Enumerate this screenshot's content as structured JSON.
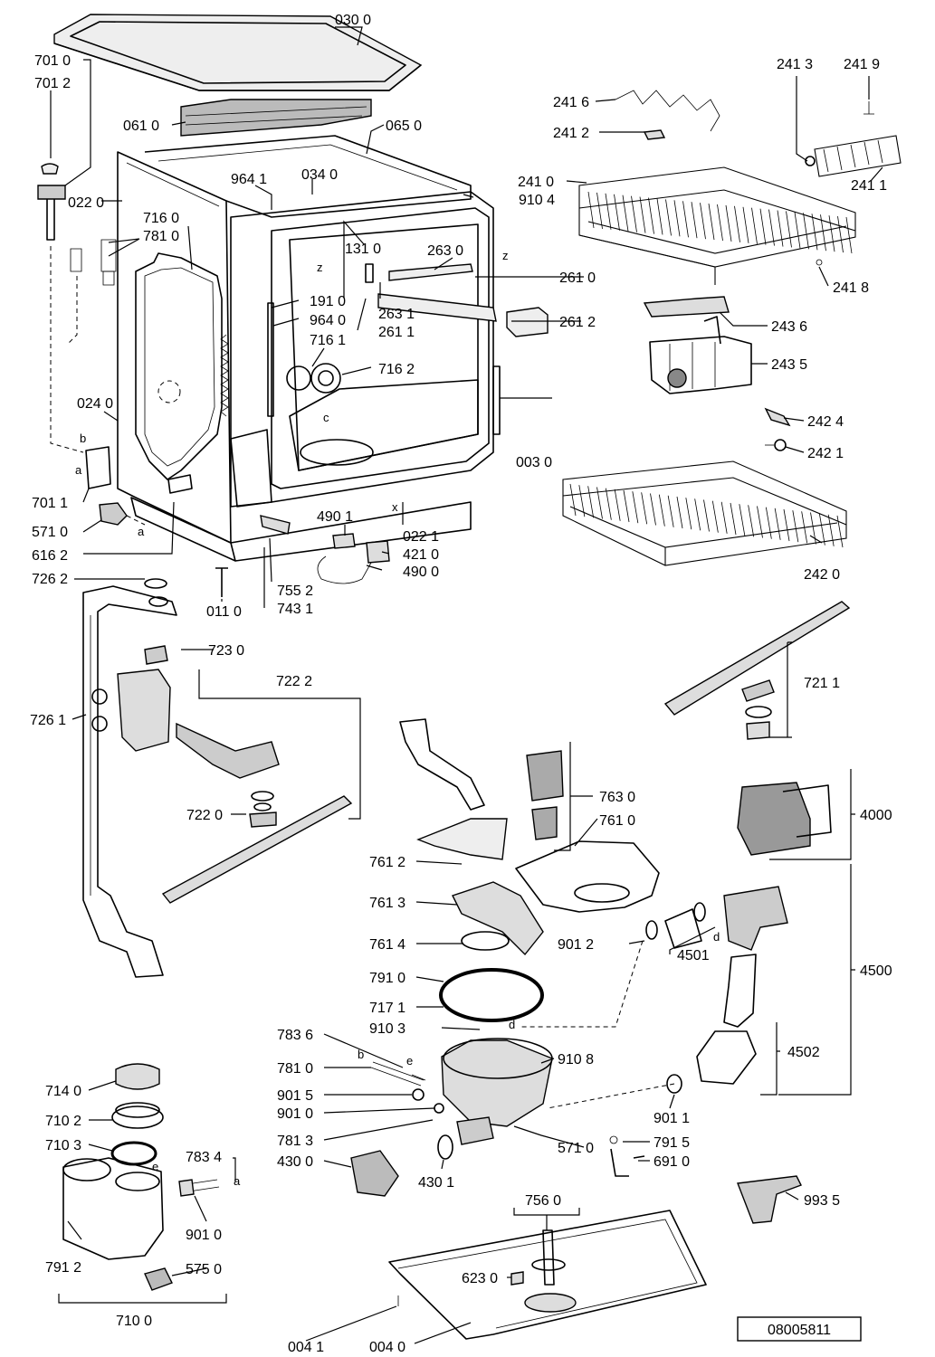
{
  "diagram_code": "08005811",
  "parts": [
    {
      "id": "top_cover",
      "label": "030 0"
    },
    {
      "id": "lid_hinge_a",
      "label": "701 0"
    },
    {
      "id": "lid_hinge_b",
      "label": "701 2"
    },
    {
      "id": "insulation",
      "label": "061 0"
    },
    {
      "id": "insulation_b",
      "label": "065 0"
    },
    {
      "id": "side_panel",
      "label": "022 0"
    },
    {
      "id": "p964_1",
      "label": "964 1"
    },
    {
      "id": "p034_0",
      "label": "034 0"
    },
    {
      "id": "p910_4",
      "label": "910 4"
    },
    {
      "id": "p716_0",
      "label": "716 0"
    },
    {
      "id": "p781_0a",
      "label": "781 0"
    },
    {
      "id": "p131_0",
      "label": "131 0"
    },
    {
      "id": "p263_0",
      "label": "263 0"
    },
    {
      "id": "p261_0",
      "label": "261 0"
    },
    {
      "id": "p191_0",
      "label": "191 0"
    },
    {
      "id": "p263_1",
      "label": "263 1"
    },
    {
      "id": "p964_0",
      "label": "964 0"
    },
    {
      "id": "p261_1",
      "label": "261 1"
    },
    {
      "id": "p261_2",
      "label": "261 2"
    },
    {
      "id": "p716_1",
      "label": "716 1"
    },
    {
      "id": "p716_2",
      "label": "716 2"
    },
    {
      "id": "p024_0",
      "label": "024 0"
    },
    {
      "id": "p003_0",
      "label": "003 0"
    },
    {
      "id": "p701_1",
      "label": "701 1"
    },
    {
      "id": "p571_0a",
      "label": "571 0"
    },
    {
      "id": "p616_2",
      "label": "616 2"
    },
    {
      "id": "p490_1",
      "label": "490 1"
    },
    {
      "id": "p022_1",
      "label": "022 1"
    },
    {
      "id": "p421_0",
      "label": "421 0"
    },
    {
      "id": "p490_0",
      "label": "490 0"
    },
    {
      "id": "p726_2",
      "label": "726 2"
    },
    {
      "id": "p755_2",
      "label": "755 2"
    },
    {
      "id": "p011_0",
      "label": "011 0"
    },
    {
      "id": "p743_1",
      "label": "743 1"
    },
    {
      "id": "p241_3",
      "label": "241 3"
    },
    {
      "id": "p241_9",
      "label": "241 9"
    },
    {
      "id": "p241_6",
      "label": "241 6"
    },
    {
      "id": "p241_2",
      "label": "241 2"
    },
    {
      "id": "p241_0",
      "label": "241 0"
    },
    {
      "id": "p241_1",
      "label": "241 1"
    },
    {
      "id": "p241_8",
      "label": "241 8"
    },
    {
      "id": "p243_6",
      "label": "243 6"
    },
    {
      "id": "p243_5",
      "label": "243 5"
    },
    {
      "id": "p242_4",
      "label": "242 4"
    },
    {
      "id": "p242_1",
      "label": "242 1"
    },
    {
      "id": "p242_0",
      "label": "242 0"
    },
    {
      "id": "p723_0",
      "label": "723 0"
    },
    {
      "id": "p722_2",
      "label": "722 2"
    },
    {
      "id": "p726_1",
      "label": "726 1"
    },
    {
      "id": "p722_0",
      "label": "722 0"
    },
    {
      "id": "p721_1",
      "label": "721 1"
    },
    {
      "id": "p763_0",
      "label": "763 0"
    },
    {
      "id": "p761_0",
      "label": "761 0"
    },
    {
      "id": "p4000",
      "label": "4000"
    },
    {
      "id": "p761_2",
      "label": "761 2"
    },
    {
      "id": "p761_3",
      "label": "761 3"
    },
    {
      "id": "p761_4",
      "label": "761 4"
    },
    {
      "id": "p901_2",
      "label": "901 2"
    },
    {
      "id": "p4501",
      "label": "4501"
    },
    {
      "id": "p4500",
      "label": "4500"
    },
    {
      "id": "p791_0",
      "label": "791 0"
    },
    {
      "id": "p717_1",
      "label": "717 1"
    },
    {
      "id": "p910_3",
      "label": "910 3"
    },
    {
      "id": "p783_6",
      "label": "783 6"
    },
    {
      "id": "p910_8",
      "label": "910 8"
    },
    {
      "id": "p781_0b",
      "label": "781 0"
    },
    {
      "id": "p4502",
      "label": "4502"
    },
    {
      "id": "p901_5",
      "label": "901 5"
    },
    {
      "id": "p901_0a",
      "label": "901 0"
    },
    {
      "id": "p901_1",
      "label": "901 1"
    },
    {
      "id": "p781_3",
      "label": "781 3"
    },
    {
      "id": "p791_5",
      "label": "791 5"
    },
    {
      "id": "p571_0b",
      "label": "571 0"
    },
    {
      "id": "p430_0",
      "label": "430 0"
    },
    {
      "id": "p430_1",
      "label": "430 1"
    },
    {
      "id": "p691_0",
      "label": "691 0"
    },
    {
      "id": "p714_0",
      "label": "714 0"
    },
    {
      "id": "p710_2",
      "label": "710 2"
    },
    {
      "id": "p710_3",
      "label": "710 3"
    },
    {
      "id": "p783_4",
      "label": "783 4"
    },
    {
      "id": "p901_0b",
      "label": "901 0"
    },
    {
      "id": "p791_2",
      "label": "791 2"
    },
    {
      "id": "p575_0",
      "label": "575 0"
    },
    {
      "id": "p710_0",
      "label": "710 0"
    },
    {
      "id": "p756_0",
      "label": "756 0"
    },
    {
      "id": "p623_0",
      "label": "623 0"
    },
    {
      "id": "p993_5",
      "label": "993 5"
    },
    {
      "id": "p004_1",
      "label": "004 1"
    },
    {
      "id": "p004_0",
      "label": "004 0"
    }
  ],
  "callout_letters": {
    "z1": "z",
    "z2": "z",
    "c": "c",
    "b": "b",
    "a1": "a",
    "a2": "a",
    "x": "x",
    "d1": "d",
    "d2": "d",
    "e1": "e",
    "b2": "b",
    "e2": "e",
    "a3": "a"
  }
}
